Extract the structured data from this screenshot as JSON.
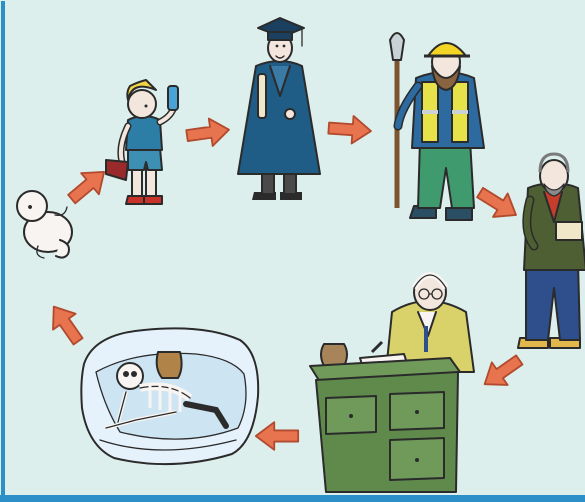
{
  "diagram": {
    "type": "life-cycle-illustration",
    "colors": {
      "background": "#ddefec",
      "frame": "#2c8fc8",
      "arrow": "#e8744f",
      "arrow_outline": "#b24a2e"
    },
    "stages": [
      {
        "id": "baby",
        "icon": "baby-icon"
      },
      {
        "id": "child",
        "icon": "child-icon"
      },
      {
        "id": "graduate",
        "icon": "graduate-icon"
      },
      {
        "id": "worker",
        "icon": "worker-icon"
      },
      {
        "id": "middle-aged",
        "icon": "middle-aged-man-icon"
      },
      {
        "id": "elderly",
        "icon": "elderly-man-at-desk-icon"
      },
      {
        "id": "skeleton",
        "icon": "skeleton-in-ice-icon"
      }
    ],
    "arrows": [
      {
        "from": "baby",
        "to": "child"
      },
      {
        "from": "child",
        "to": "graduate"
      },
      {
        "from": "graduate",
        "to": "worker"
      },
      {
        "from": "worker",
        "to": "middle-aged"
      },
      {
        "from": "middle-aged",
        "to": "elderly"
      },
      {
        "from": "elderly",
        "to": "skeleton"
      },
      {
        "from": "skeleton",
        "to": "baby"
      }
    ]
  }
}
